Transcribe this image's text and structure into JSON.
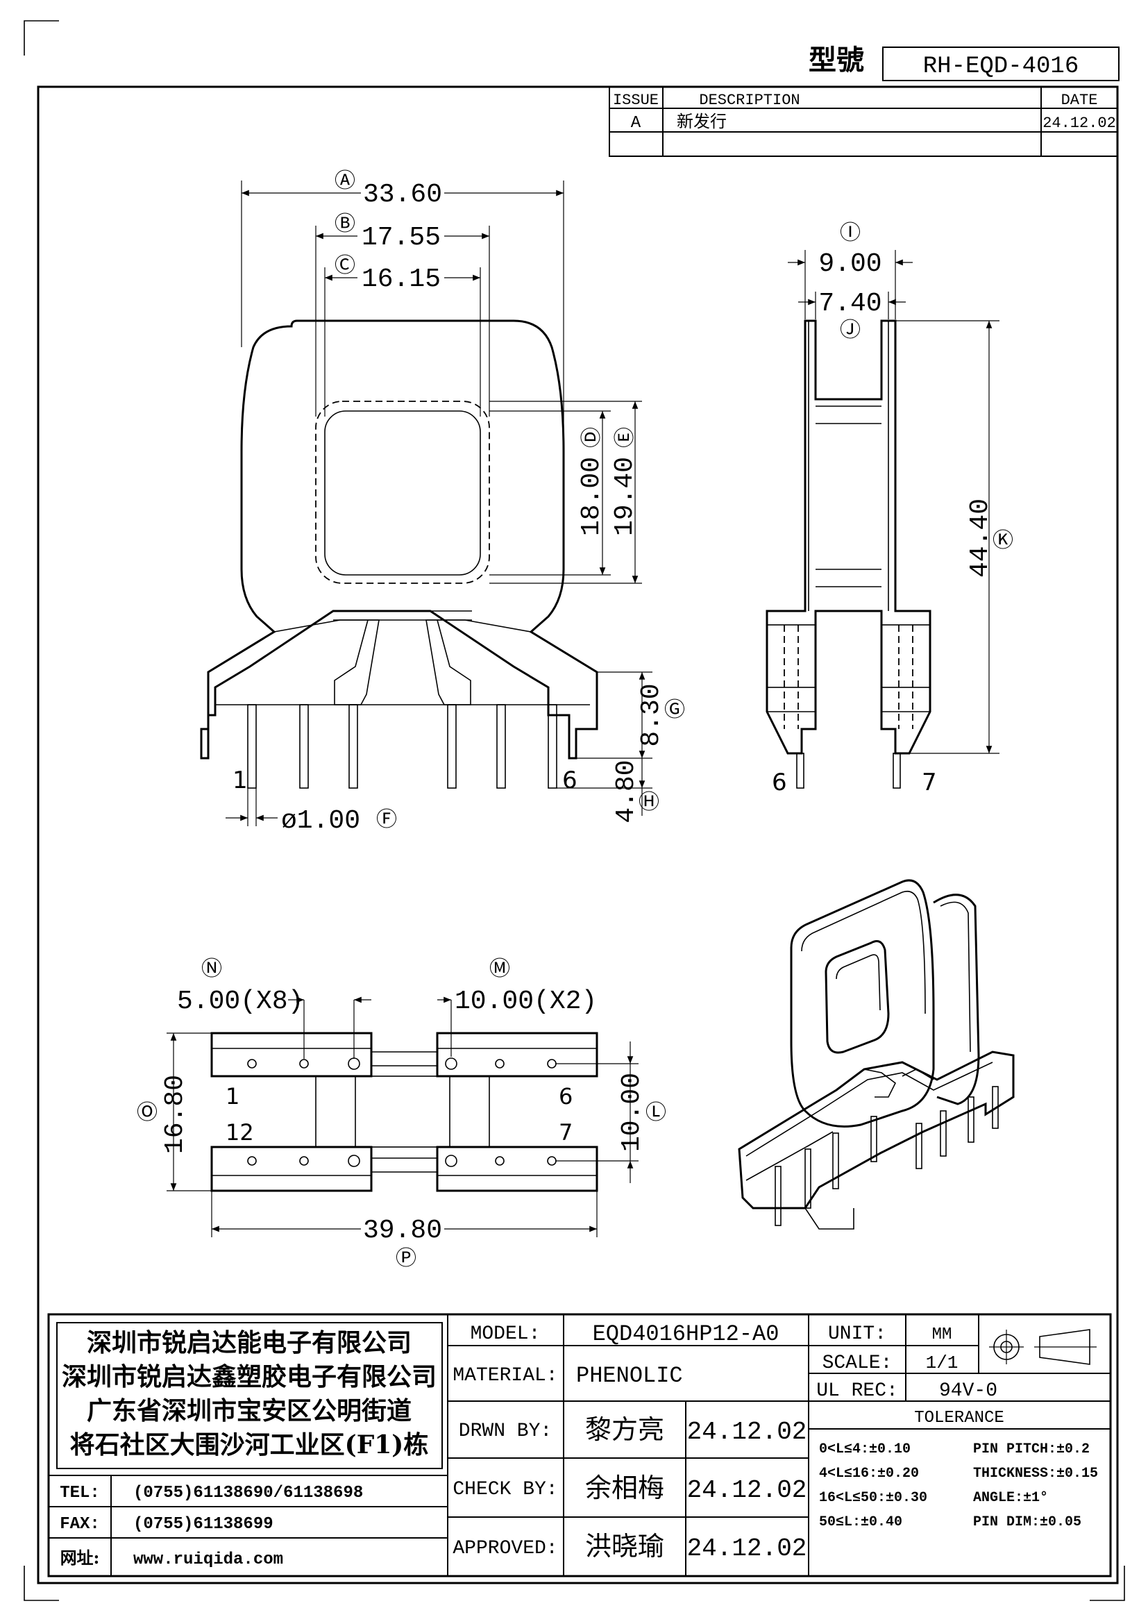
{
  "header": {
    "model_label": "型號",
    "model_value": "RH-EQD-4016"
  },
  "revision_table": {
    "headers": {
      "issue": "ISSUE",
      "description": "DESCRIPTION",
      "date": "DATE"
    },
    "rows": [
      {
        "issue": "A",
        "description": "新发行",
        "date": "24.12.02"
      }
    ]
  },
  "front_view": {
    "dims": {
      "a": "33.60",
      "a_marker": "Ⓐ",
      "b": "17.55",
      "b_marker": "Ⓑ",
      "c": "16.15",
      "c_marker": "Ⓒ",
      "d": "18.00",
      "d_marker": "Ⓓ",
      "e": "19.40",
      "e_marker": "Ⓔ",
      "f": "ø1.00",
      "f_marker": "Ⓕ",
      "g": "8.30",
      "g_marker": "Ⓖ",
      "h": "4.80",
      "h_marker": "Ⓗ"
    },
    "pin_labels": {
      "first": "1",
      "last": "6"
    }
  },
  "side_view": {
    "dims": {
      "i": "9.00",
      "i_marker": "Ⓘ",
      "j": "7.40",
      "j_marker": "Ⓙ",
      "k": "44.40",
      "k_marker": "Ⓚ"
    },
    "pin_labels": {
      "left": "6",
      "right": "7"
    }
  },
  "bottom_view": {
    "dims": {
      "n": "5.00(X8)",
      "n_marker": "Ⓝ",
      "m": "10.00(X2)",
      "m_marker": "Ⓜ",
      "o": "16.80",
      "o_marker": "Ⓞ",
      "l": "10.00",
      "l_marker": "Ⓛ",
      "p": "39.80",
      "p_marker": "Ⓟ"
    },
    "pin_labels": {
      "top_left": "1",
      "top_right": "6",
      "bottom_left": "12",
      "bottom_right": "7"
    }
  },
  "title_block": {
    "company": [
      "深圳市锐启达能电子有限公司",
      "深圳市锐启达鑫塑胶电子有限公司",
      "广东省深圳市宝安区公明街道",
      "将石社区大围沙河工业区(F1)栋"
    ],
    "tel_label": "TEL:",
    "tel_value": "(0755)61138690/61138698",
    "fax_label": "FAX:",
    "fax_value": "(0755)61138699",
    "web_label": "网址:",
    "web_value": "www.ruiqida.com",
    "model_label": "MODEL:",
    "model_value": "EQD4016HP12-A0",
    "material_label": "MATERIAL:",
    "material_value": "PHENOLIC",
    "drawn_label": "DRWN BY:",
    "drawn_name": "黎方亮",
    "drawn_date": "24.12.02",
    "check_label": "CHECK BY:",
    "check_name": "余相梅",
    "check_date": "24.12.02",
    "approved_label": "APPROVED:",
    "approved_name": "洪晓瑜",
    "approved_date": "24.12.02",
    "unit_label": "UNIT:",
    "unit_value": "MM",
    "scale_label": "SCALE:",
    "scale_value": "1/1",
    "ul_label": "UL REC:",
    "ul_value": "94V-0",
    "tolerance_title": "TOLERANCE",
    "tolerance_left": [
      "0<L≤4:±0.10",
      "4<L≤16:±0.20",
      "16<L≤50:±0.30",
      "50≤L:±0.40"
    ],
    "tolerance_right": [
      "PIN PITCH:±0.2",
      "THICKNESS:±0.15",
      "ANGLE:±1°",
      "PIN DIM:±0.05"
    ]
  }
}
